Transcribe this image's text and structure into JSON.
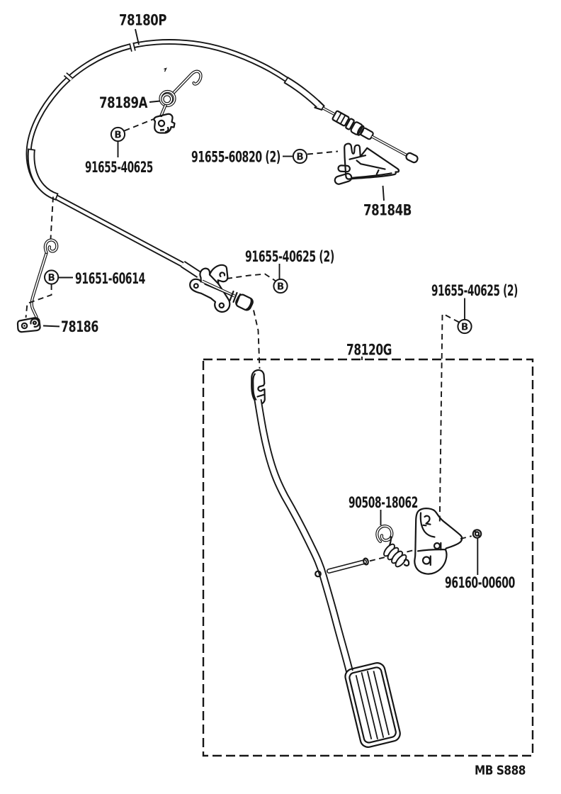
{
  "diagram": {
    "sheet_code": "MB  S888",
    "bolt_symbol": "B",
    "labels": {
      "cable": "78180P",
      "return_spring": "78189A",
      "bolt_spring_bracket": "91655-40625",
      "bolt_cable_bracket": "91655-60820 (2)",
      "cable_bracket": "78184B",
      "screw_clamp": "91651-60614",
      "cable_clamp": "78186",
      "bolt_grommet": "91655-40625 (2)",
      "pedal_assembly": "78120G",
      "pedal_spring": "90508-18062",
      "pedal_nut": "96160-00600",
      "bolt_pedal_bracket": "91655-40625 (2)"
    },
    "colors": {
      "ink": "#161616",
      "paper": "#ffffff"
    }
  }
}
